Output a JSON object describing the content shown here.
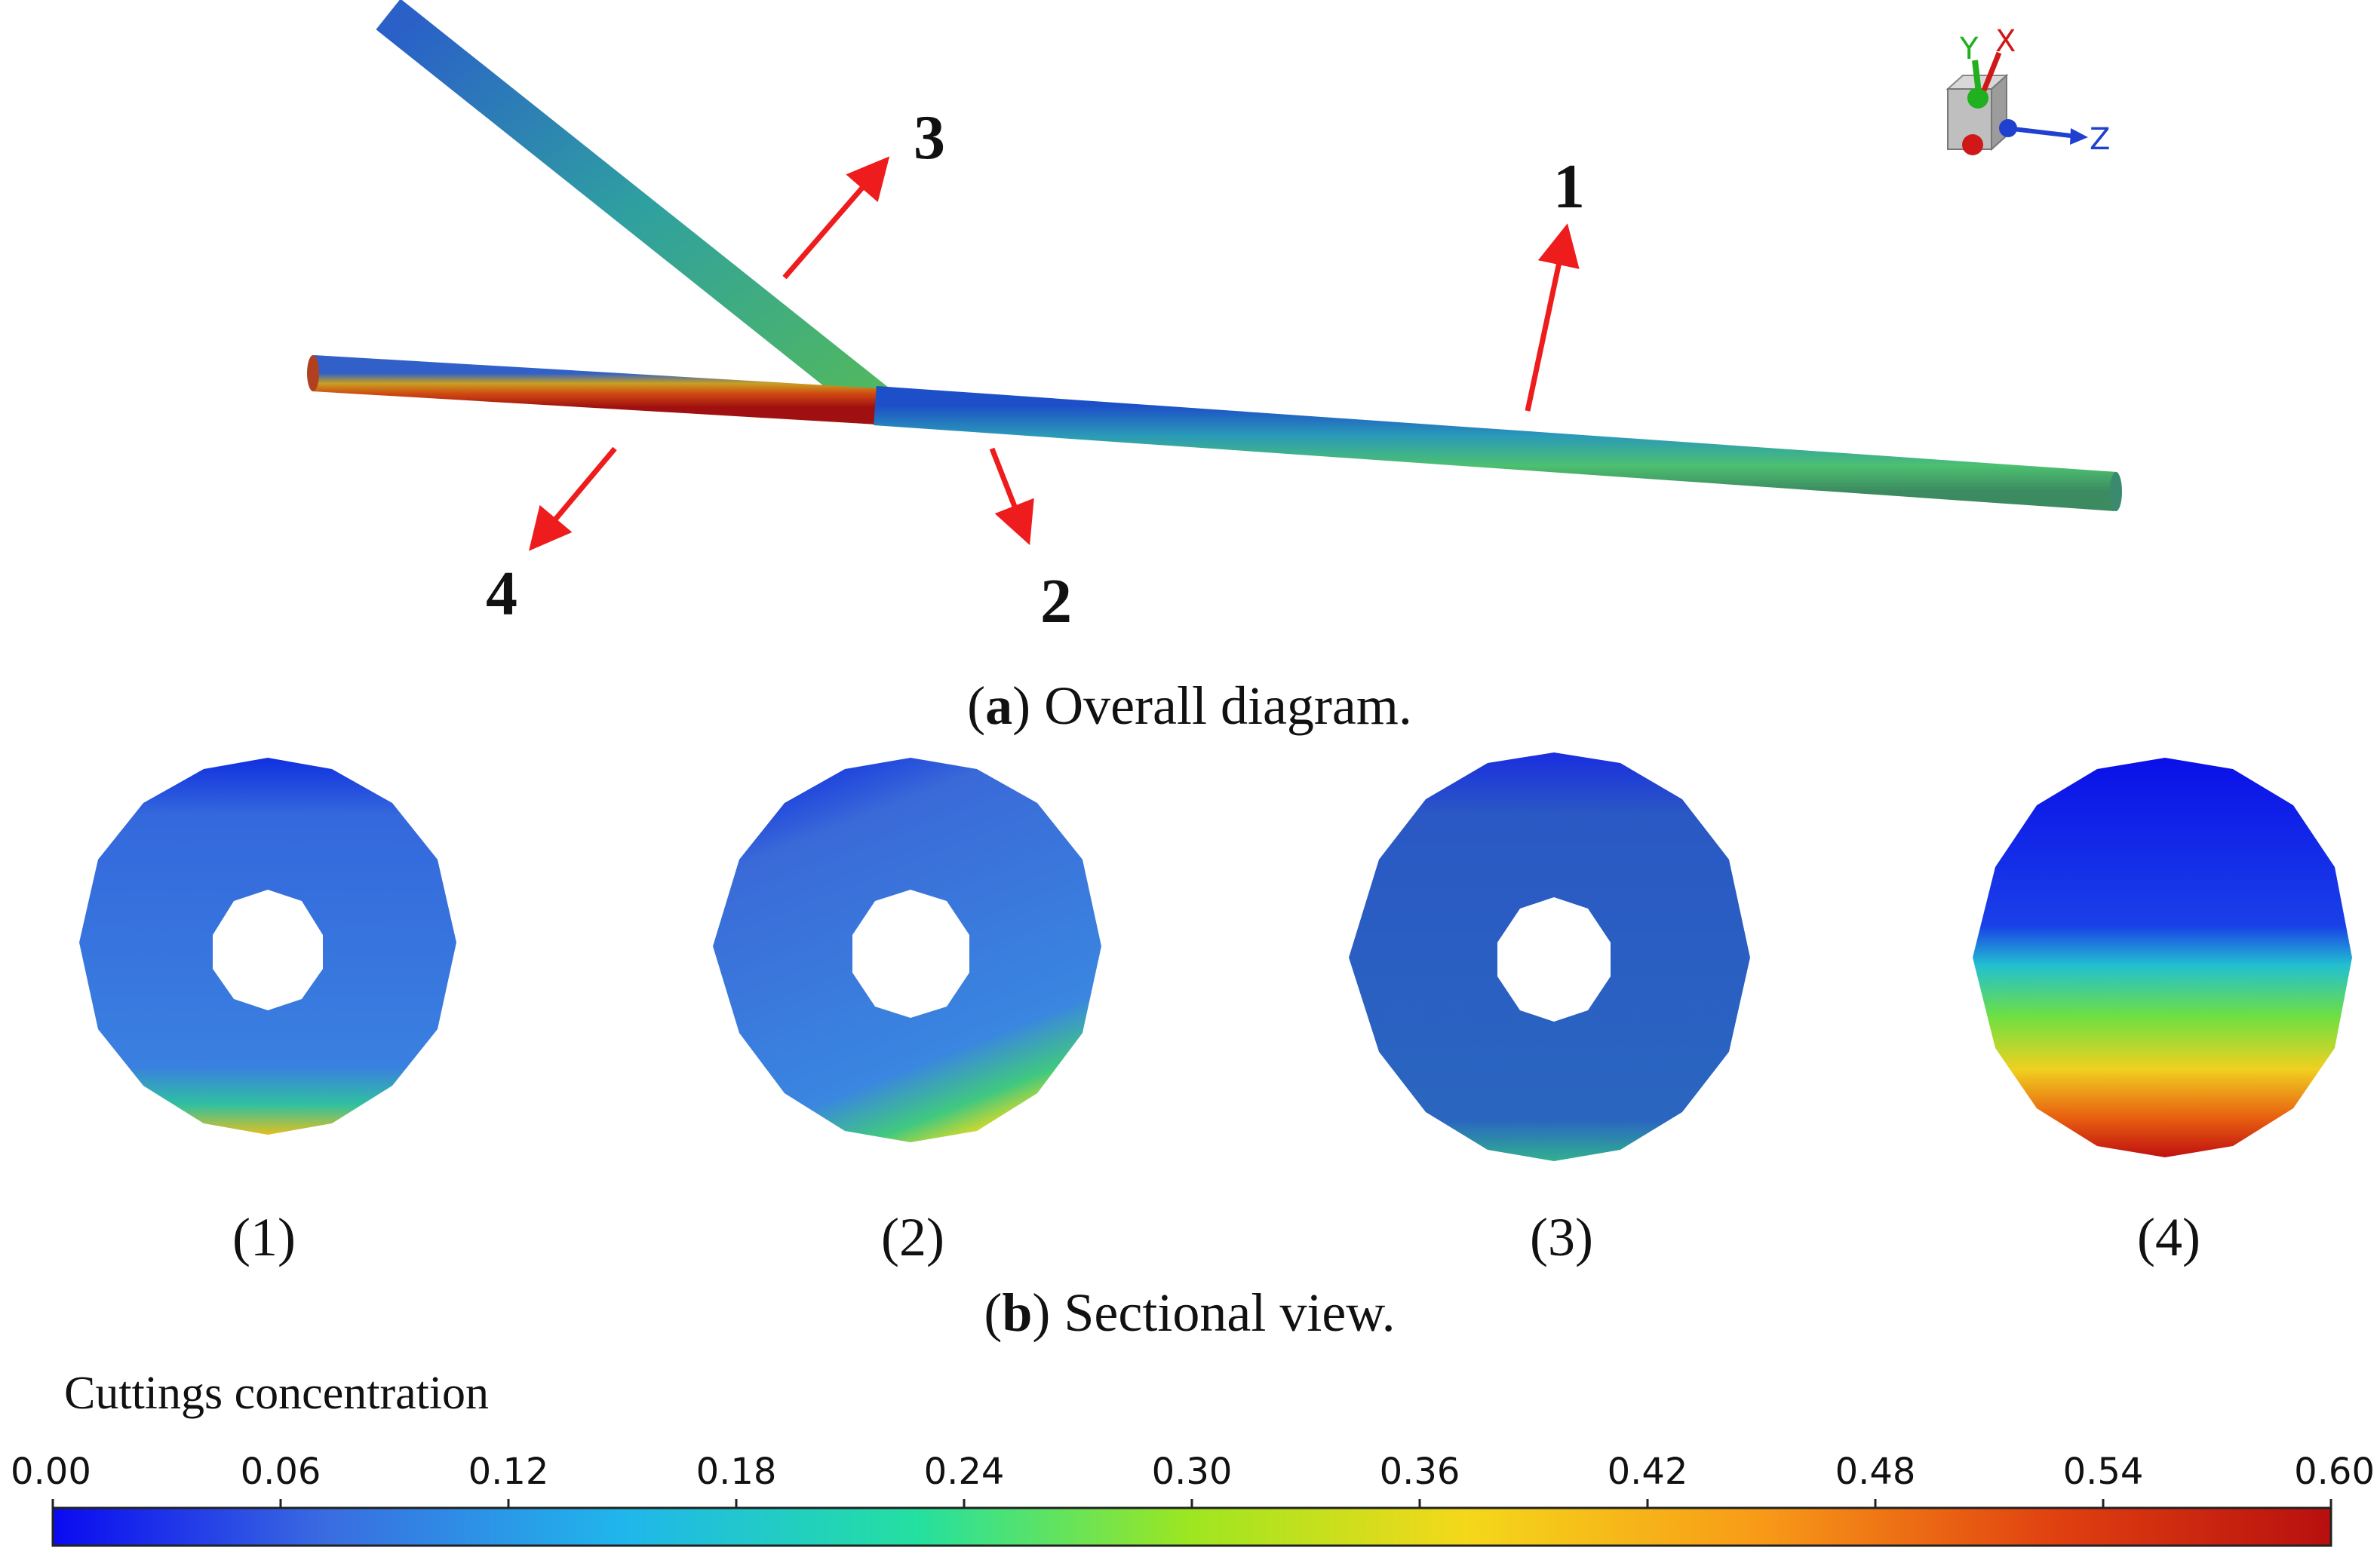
{
  "overall": {
    "arrow_labels": [
      "1",
      "2",
      "3",
      "4"
    ],
    "axes": {
      "x": "X",
      "y": "Y",
      "z": "Z"
    },
    "caption_letter": "a",
    "caption_text": " Overall diagram."
  },
  "sections": {
    "labels": [
      "(1)",
      "(2)",
      "(3)",
      "(4)"
    ],
    "caption_letter": "b",
    "caption_text": " Sectional view."
  },
  "colorbar": {
    "title": "Cuttings concentration",
    "ticks": [
      "0.00",
      "0.06",
      "0.12",
      "0.18",
      "0.24",
      "0.30",
      "0.36",
      "0.42",
      "0.48",
      "0.54",
      "0.60"
    ],
    "colors": [
      "#0a0af0",
      "#3a6ce0",
      "#20b6ec",
      "#24e0a0",
      "#9ee620",
      "#f4d81a",
      "#f89a18",
      "#e04010",
      "#b80f0f"
    ]
  }
}
